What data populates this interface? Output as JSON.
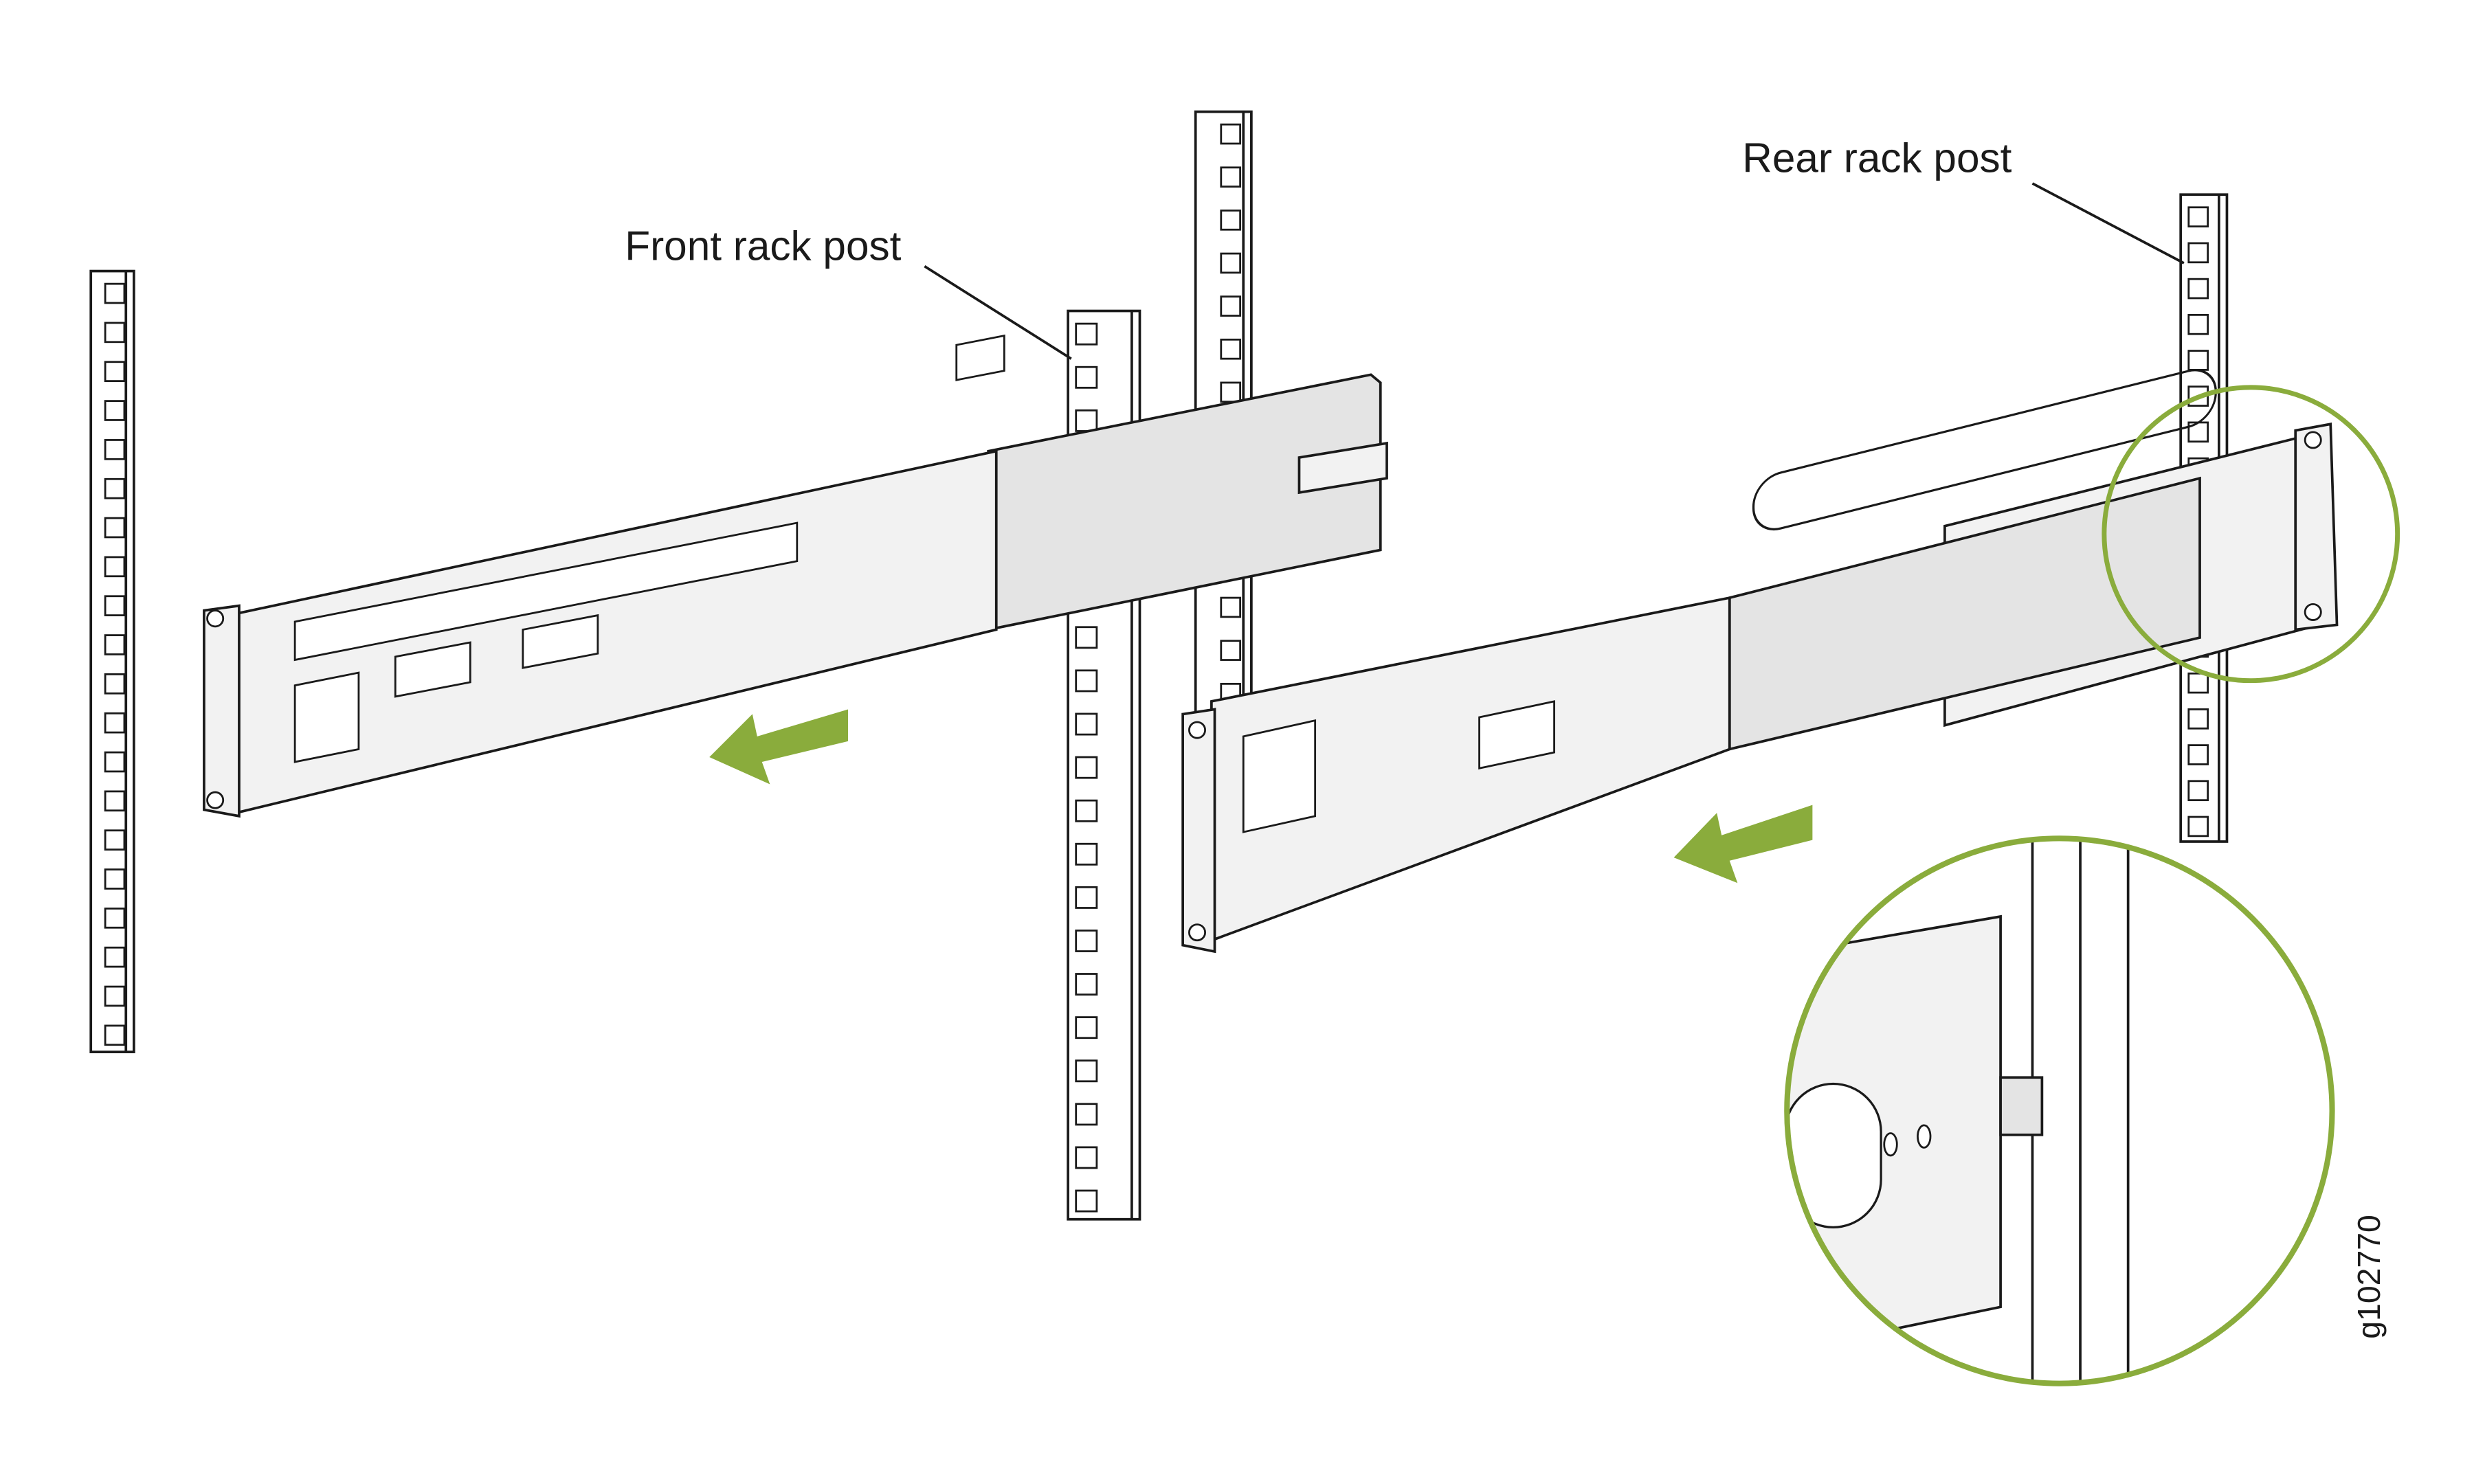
{
  "labels": {
    "front_rack_post": "Front rack post",
    "rear_rack_post": "Rear rack post",
    "figure_id": "g102770"
  },
  "colors": {
    "accent_green": "#8aac3c",
    "line": "#1a1a1a",
    "rail_fill": "#f2f2f2"
  }
}
